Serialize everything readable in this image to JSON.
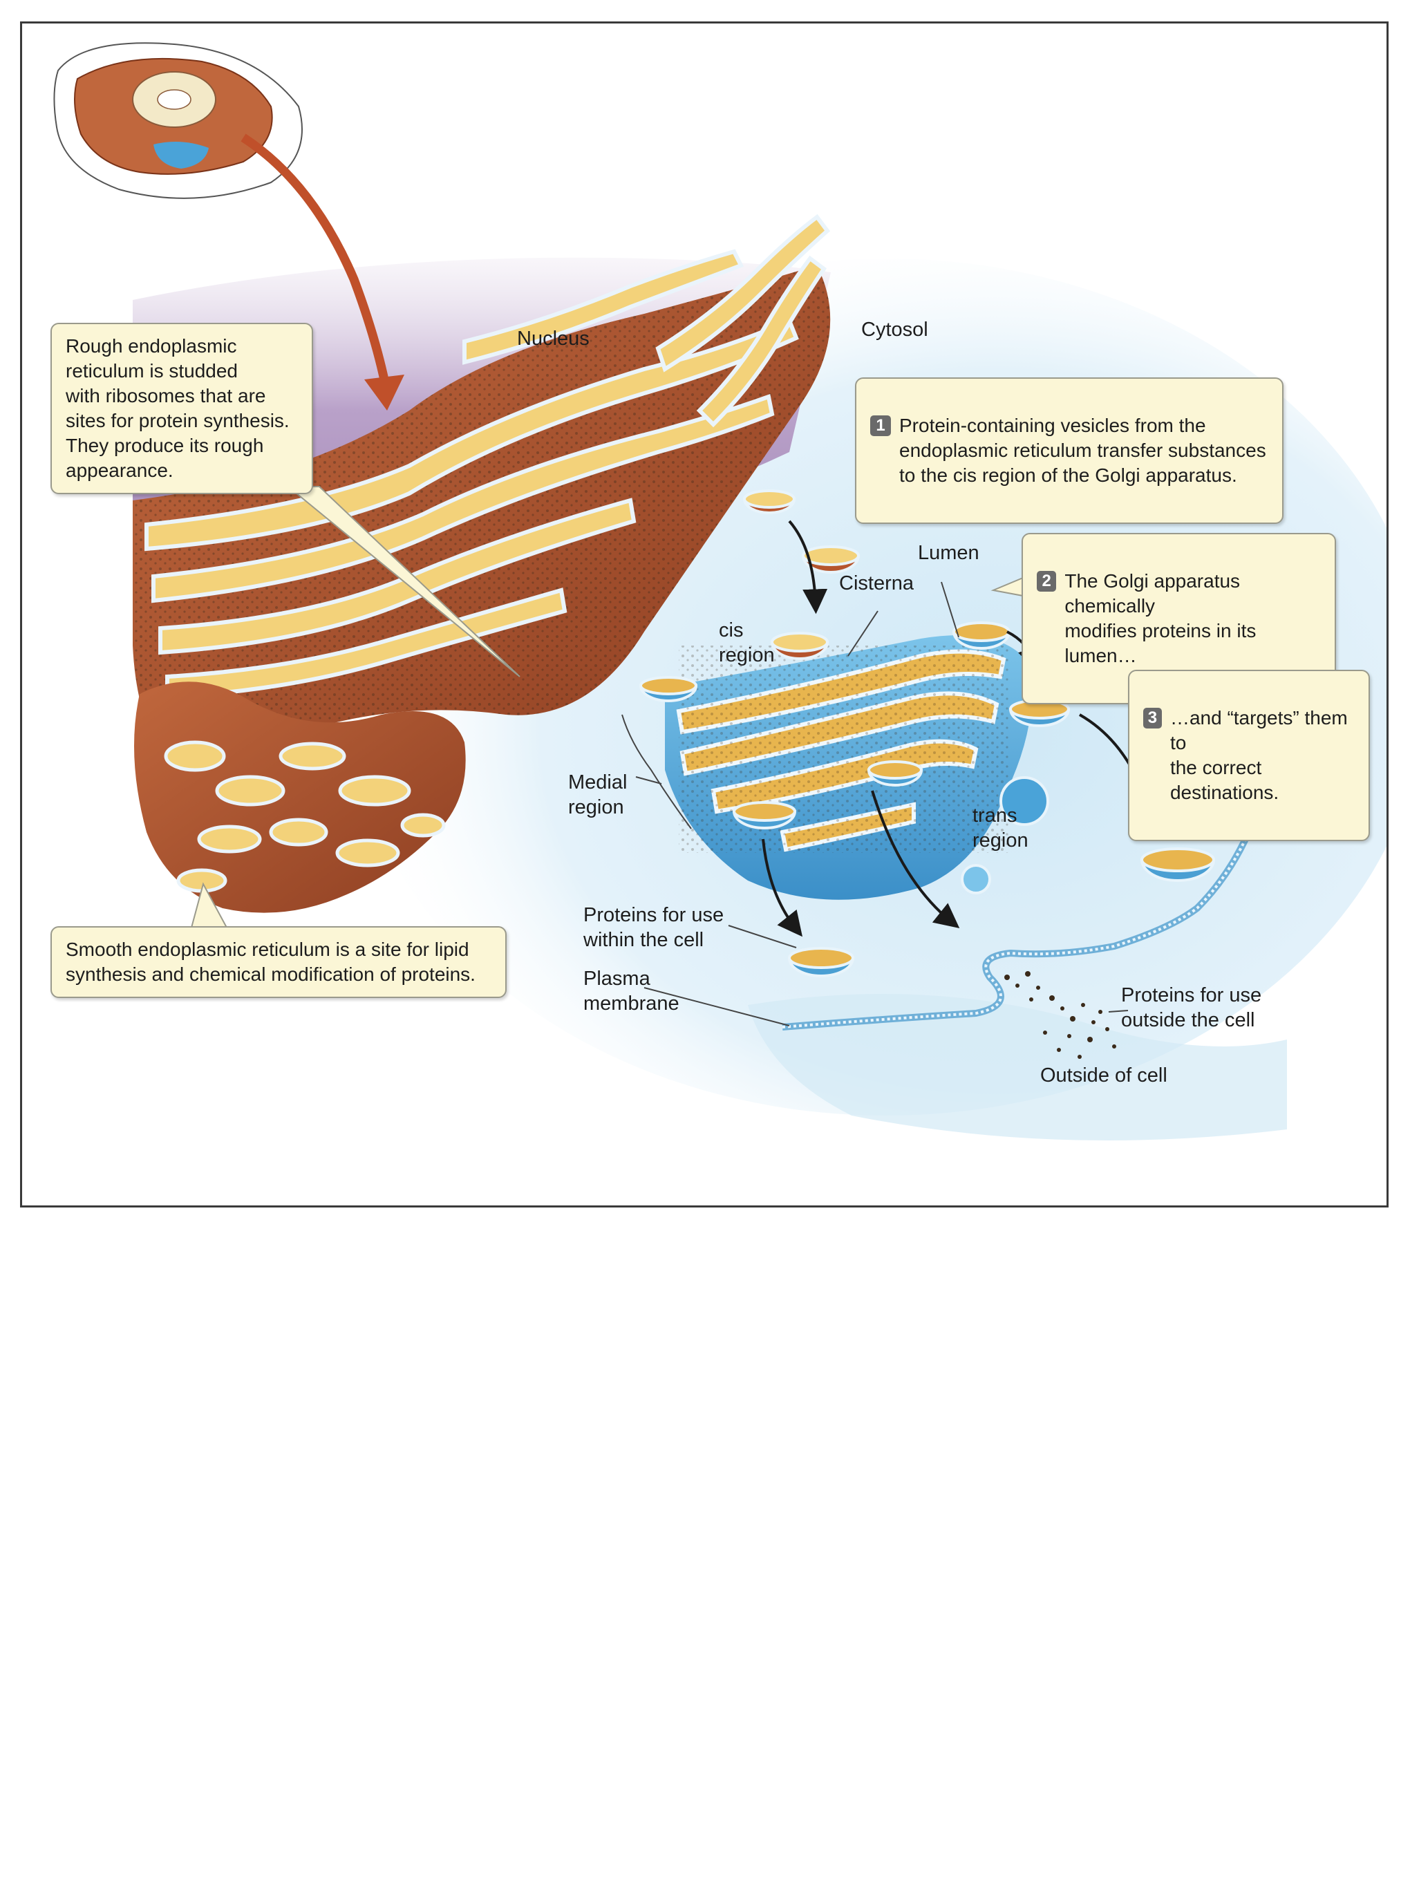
{
  "labels": {
    "nucleus": "Nucleus",
    "cytosol": "Cytosol",
    "lumen": "Lumen",
    "cisterna": "Cisterna",
    "cis_region": "cis\nregion",
    "medial_region": "Medial\nregion",
    "trans_region": "trans\nregion",
    "proteins_within": "Proteins for use\nwithin the cell",
    "plasma_membrane": "Plasma\nmembrane",
    "proteins_outside": "Proteins for use\noutside the cell",
    "outside_of_cell": "Outside of cell"
  },
  "callouts": {
    "rough_er": "Rough endoplasmic\nreticulum is studded\nwith ribosomes that are\nsites for protein synthesis.\nThey produce its rough\nappearance.",
    "smooth_er": "Smooth endoplasmic reticulum is a site for lipid\nsynthesis and chemical modification of proteins.",
    "step1": {
      "num": "1",
      "text": "Protein-containing vesicles from the\nendoplasmic reticulum transfer substances\nto the cis region of the Golgi apparatus."
    },
    "step2": {
      "num": "2",
      "text": "The Golgi apparatus chemically\nmodifies proteins in its lumen…"
    },
    "step3": {
      "num": "3",
      "text": "…and “targets” them to\nthe correct destinations."
    }
  },
  "colors": {
    "er_brown": "#a9512c",
    "er_lumen": "#f3d27a",
    "golgi_blue": "#4aa3d8",
    "nucleus_purple": "#b49ac4",
    "cytosol_blue": "#d6ecf7",
    "callout_fill": "#fbf6d6",
    "pointer_arrow": "#c0502a"
  }
}
